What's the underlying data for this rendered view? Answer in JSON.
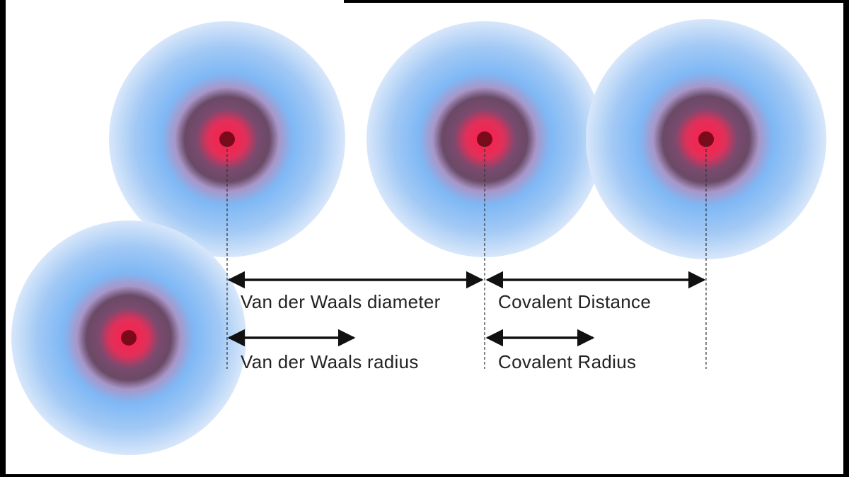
{
  "labels": {
    "vdw_diameter": "Van der Waals diameter",
    "vdw_radius": "Van der Waals radius",
    "covalent_distance": "Covalent Distance",
    "covalent_radius": "Covalent Radius"
  },
  "colors": {
    "background": "#ffffff",
    "frame": "#000000",
    "electron_cloud": "#7fb8f5",
    "inner_shell": "#6a4a66",
    "nucleus_glow": "#ff1e4a",
    "nucleus": "#7a0a1a",
    "arrow": "#111111"
  },
  "atoms": [
    {
      "name": "atom-top-left"
    },
    {
      "name": "atom-center"
    },
    {
      "name": "atom-right"
    },
    {
      "name": "atom-bottom-left"
    }
  ]
}
